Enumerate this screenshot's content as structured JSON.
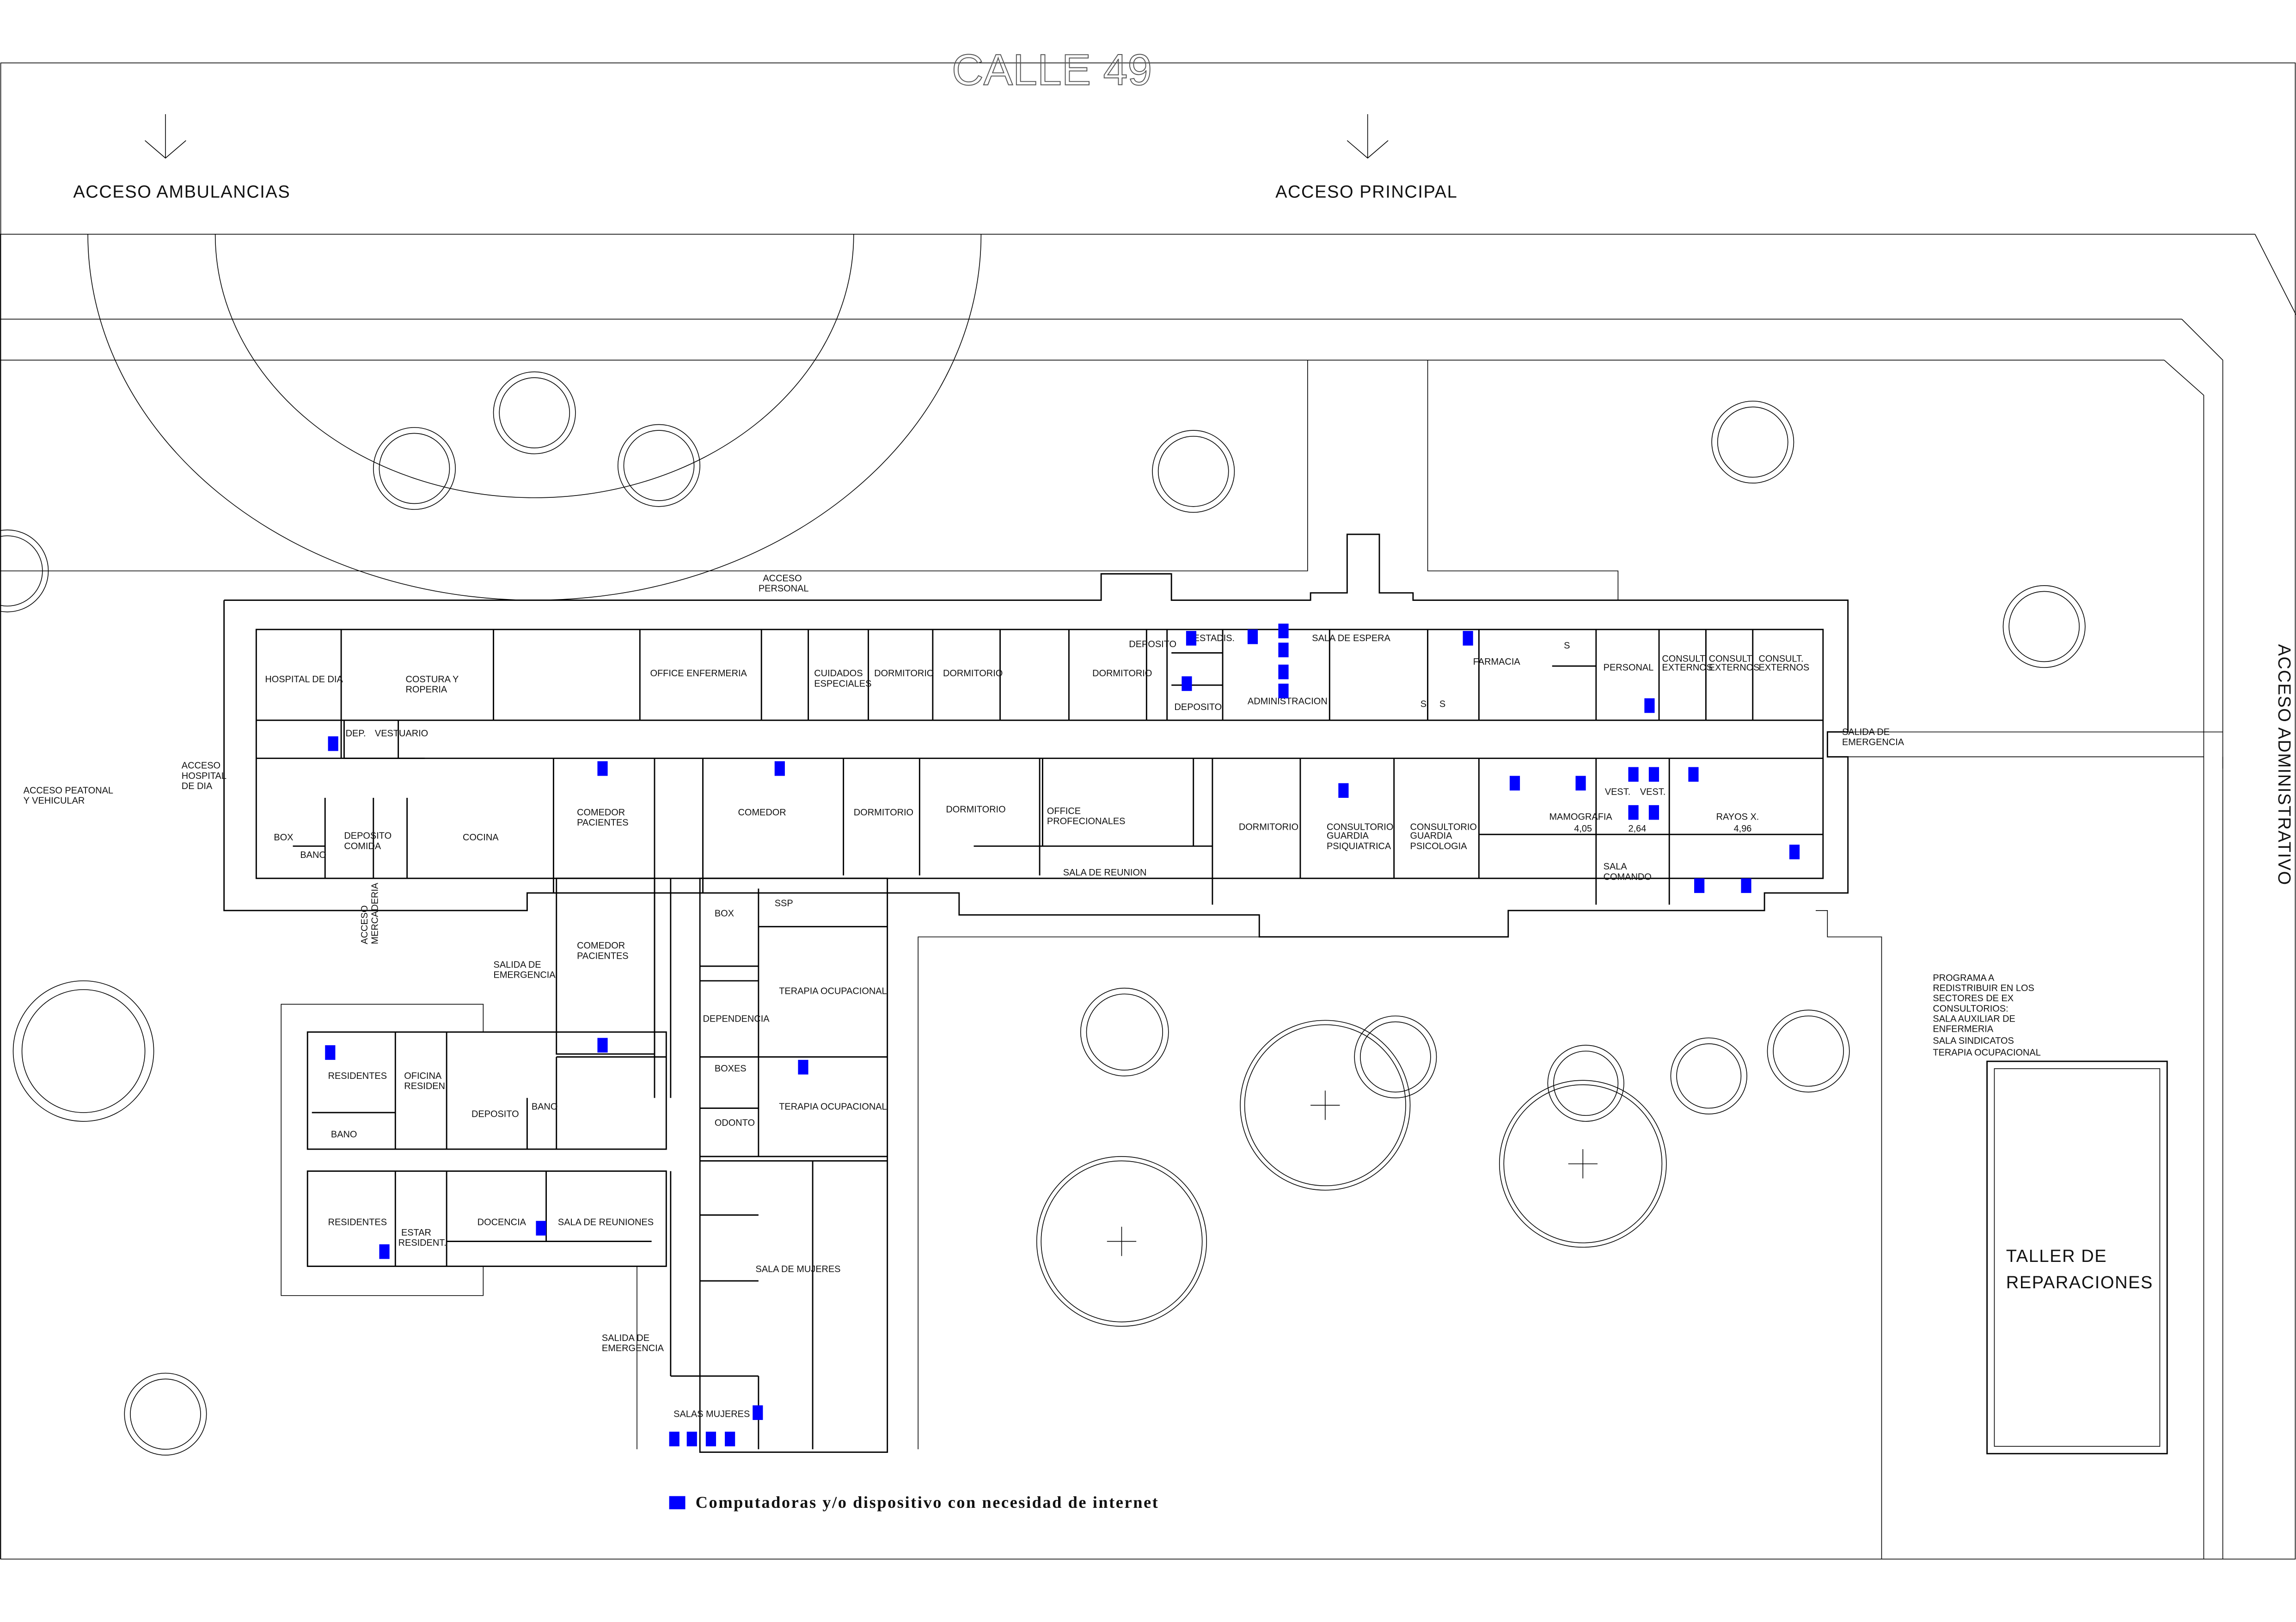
{
  "street": "CALLE 49",
  "accesses": {
    "ambulancias": "ACCESO AMBULANCIAS",
    "principal": "ACCESO PRINCIPAL",
    "administrativo": "ACCESO ADMINISTRATIVO",
    "peatonal": [
      "ACCESO PEATONAL",
      "Y VEHICULAR"
    ],
    "hospital_dia": [
      "ACCESO",
      "HOSPITAL",
      "DE DIA"
    ],
    "personal": [
      "ACCESO",
      "PERSONAL"
    ],
    "mercaderia": [
      "ACCESO",
      "MERCADERIA"
    ]
  },
  "exits": {
    "east": [
      "SALIDA DE",
      "EMERGENCIA"
    ],
    "west": [
      "SALIDA DE",
      "EMERGENCIA"
    ],
    "south": [
      "SALIDA DE",
      "EMERGENCIA"
    ]
  },
  "rooms": {
    "hospital_dia": "HOSPITAL DE DIA",
    "costura": [
      "COSTURA Y",
      "ROPERIA"
    ],
    "dep": "DEP.",
    "vestuario": "VESTUARIO",
    "office_enfermeria": "OFFICE ENFERMERIA",
    "cuidados": [
      "CUIDADOS",
      "ESPECIALES"
    ],
    "dormitorio": "DORMITORIO",
    "deposito": "DEPOSITO",
    "estadis": "ESTADIS.",
    "administracion": "ADMINISTRACION",
    "sala_espera": "SALA DE ESPERA",
    "farmacia": "FARMACIA",
    "s": "S",
    "personal": "PERSONAL",
    "consult": [
      "CONSULT.",
      "EXTERNOS"
    ],
    "box": "BOX",
    "bano": "BANO",
    "deposito_comida": [
      "DEPOSITO",
      "COMIDA"
    ],
    "cocina": "COCINA",
    "comedor_pacientes": [
      "COMEDOR",
      "PACIENTES"
    ],
    "comedor": "COMEDOR",
    "office_prof": [
      "OFFICE",
      "PROFECIONALES"
    ],
    "sala_reunion": "SALA DE REUNION",
    "guardia_psiq": [
      "CONSULTORIO",
      "GUARDIA",
      "PSIQUIATRICA"
    ],
    "guardia_psic": [
      "CONSULTORIO",
      "GUARDIA",
      "PSICOLOGIA"
    ],
    "mamografia": [
      "MAMOGRAFIA",
      "4,05"
    ],
    "vest": "VEST.",
    "vest_dim": "2,64",
    "rayos": [
      "RAYOS X.",
      "4,96"
    ],
    "sala_comando": [
      "SALA",
      "COMANDO"
    ],
    "ssp": "SSP",
    "terapia": "TERAPIA OCUPACIONAL",
    "dependencia": "DEPENDENCIA",
    "boxes": "BOXES",
    "odonto": "ODONTO",
    "sala_mujeres": "SALA DE MUJERES",
    "salas_mujeres": "SALAS MUJERES",
    "residentes": "RESIDENTES",
    "oficina_resid": [
      "OFICINA",
      "RESIDEN."
    ],
    "estar_resid": [
      "ESTAR",
      "RESIDENT."
    ],
    "docencia": "DOCENCIA",
    "sala_reuniones": "SALA DE REUNIONES",
    "taller": [
      "TALLER DE",
      "REPARACIONES"
    ]
  },
  "note": [
    "PROGRAMA A",
    "REDISTRIBUIR EN LOS",
    "SECTORES DE EX",
    "CONSULTORIOS:",
    "SALA AUXILIAR DE",
    "ENFERMERIA",
    "SALA SINDICATOS",
    "TERAPIA OCUPACIONAL"
  ],
  "legend": {
    "label": "Computadoras y/o dispositivo con necesidad de internet",
    "color": "#0000ff"
  }
}
